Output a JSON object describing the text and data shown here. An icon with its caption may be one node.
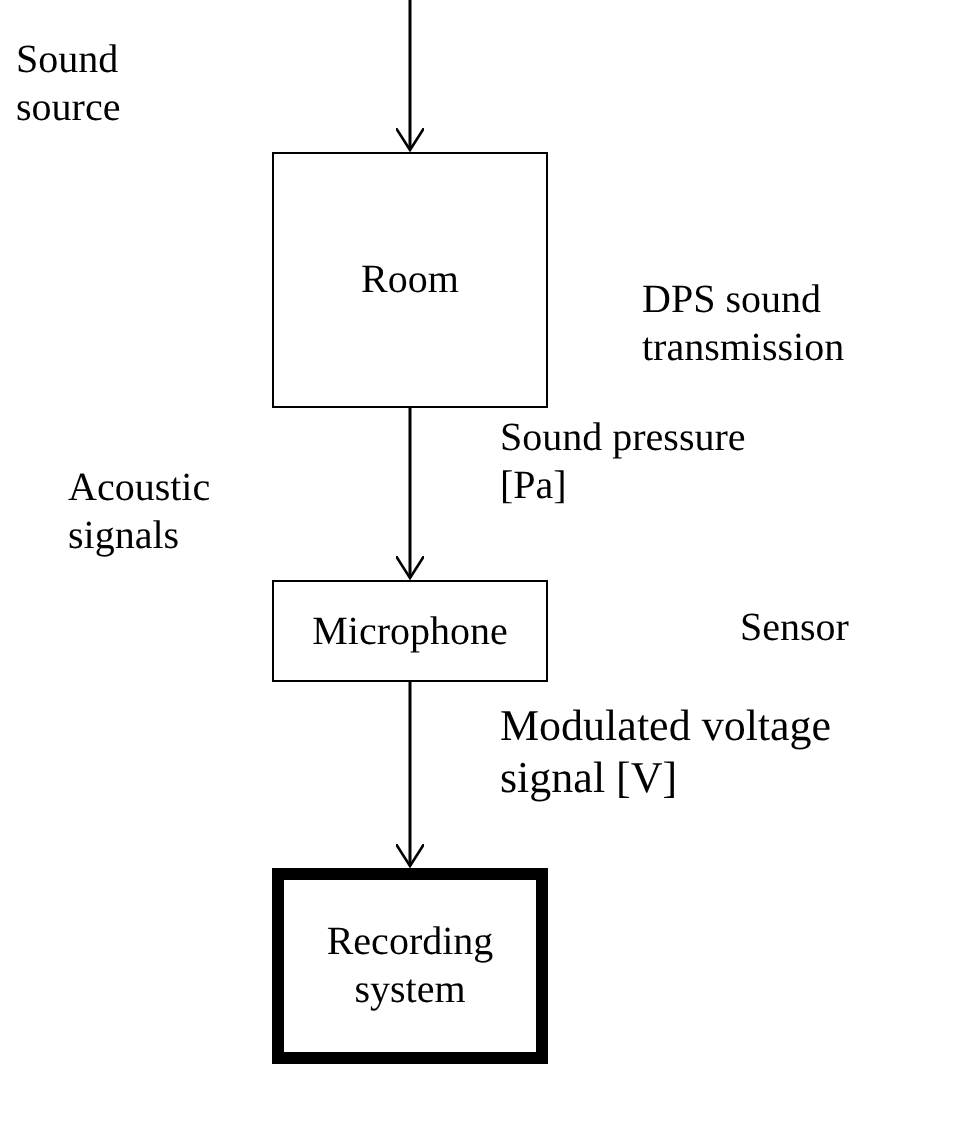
{
  "diagram": {
    "nodes": [
      {
        "text": [
          "Room"
        ],
        "beside": [
          "DPS sound transmission"
        ]
      },
      {
        "text": [
          "Microphone"
        ]
      },
      {
        "text": [
          "Recording system"
        ]
      }
    ],
    "edges": [
      {
        "from": null,
        "to": 0,
        "arrow": "to"
      },
      {
        "from": 0,
        "to": 1,
        "arrow": "to",
        "label": "Sound pressure [Pa]"
      },
      {
        "from": 1,
        "to": 2,
        "arrow": "to",
        "label": "Modulated voltage signal [V]"
      }
    ],
    "labels": [
      "Sound source",
      "Acoustic signals",
      "Sensor"
    ]
  }
}
